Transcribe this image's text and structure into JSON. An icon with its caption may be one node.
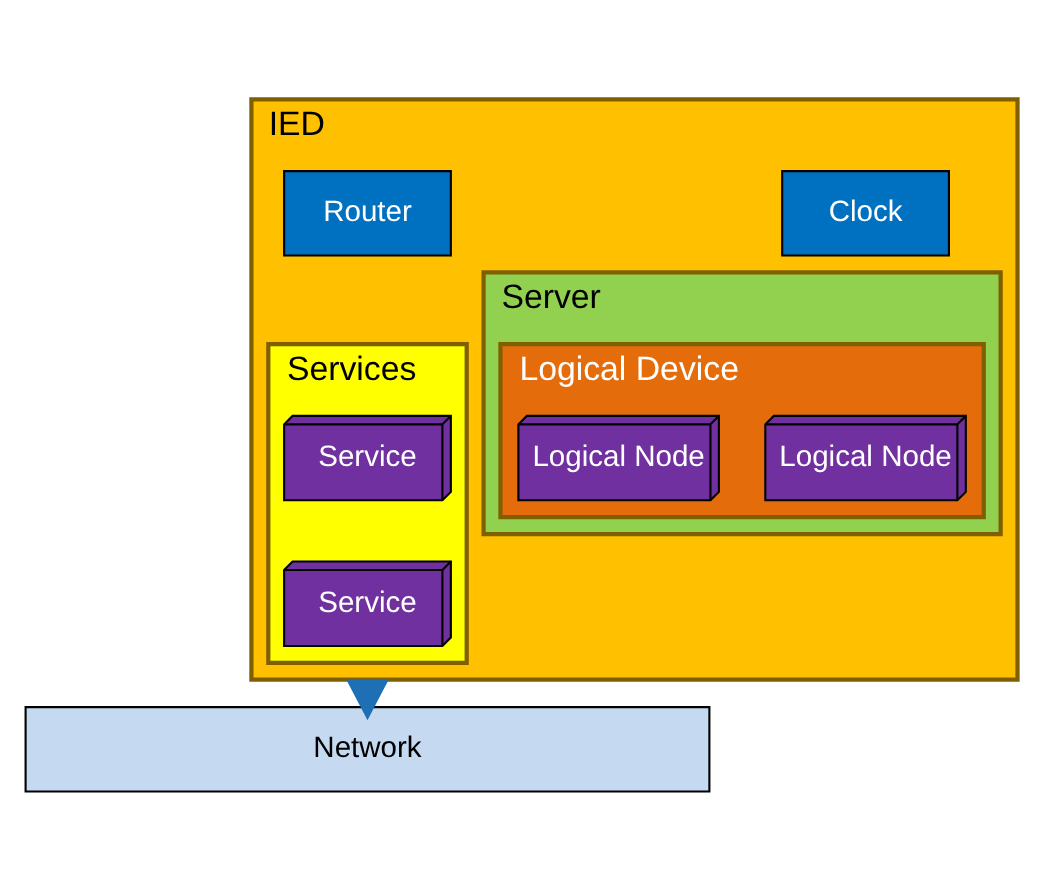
{
  "diagram": {
    "nodes": [
      {
        "text": [
          "IED"
        ]
      },
      {
        "text": [
          "Clock"
        ],
        "in": 0
      },
      {
        "text": [
          "Router"
        ],
        "in": 0
      },
      {
        "text": [
          "Server"
        ],
        "in": 0
      },
      {
        "text": [
          "Logical Device"
        ],
        "in": 3
      },
      {
        "text": [
          "Logical Node"
        ],
        "in": 4
      },
      {
        "text": [
          "Logical Node"
        ],
        "in": 4
      },
      {
        "text": [
          "Services"
        ],
        "in": 0
      },
      {
        "text": [
          "Service"
        ],
        "in": 7
      },
      {
        "text": [
          "Service"
        ],
        "in": 7
      },
      {
        "text": [
          "Network"
        ]
      }
    ],
    "edges": [
      {
        "from": 0,
        "to": 10,
        "arrow": "to",
        "style": "thick",
        "color": "#1f6fb5"
      }
    ]
  }
}
